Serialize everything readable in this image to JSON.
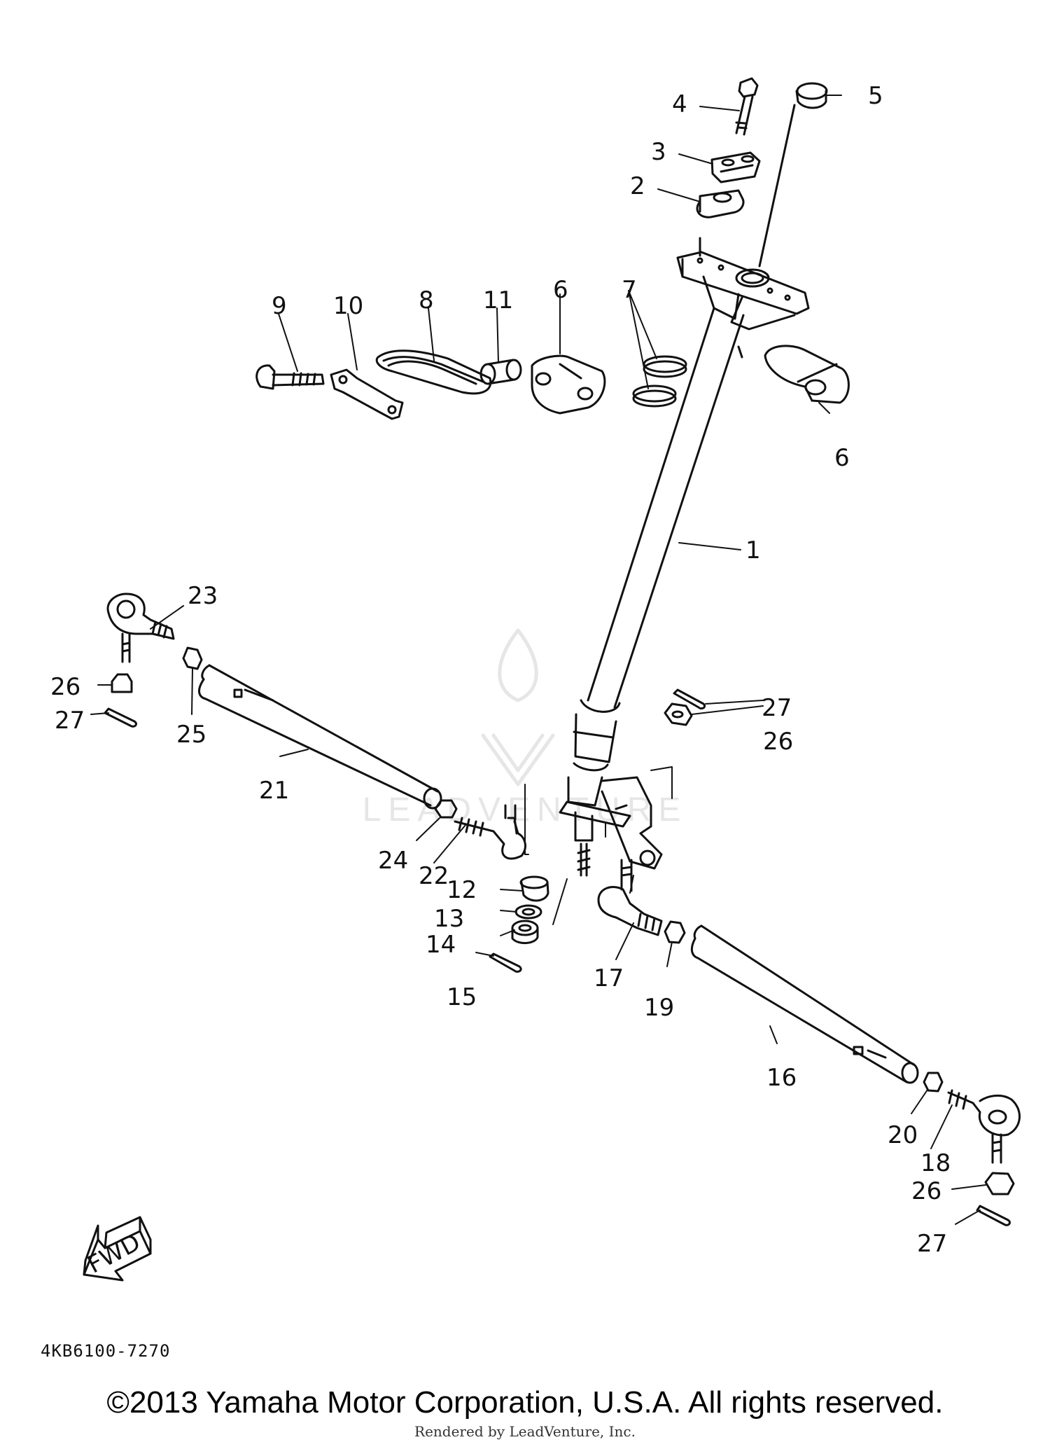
{
  "diagram": {
    "figure_code": "4KB6100-7270",
    "fwd_label": "FWD",
    "watermark_text": "LEADVENTURE",
    "callouts": {
      "p1": "1",
      "p2": "2",
      "p3": "3",
      "p4": "4",
      "p5": "5",
      "p6a": "6",
      "p6b": "6",
      "p7": "7",
      "p8": "8",
      "p9": "9",
      "p10": "10",
      "p11": "11",
      "p12": "12",
      "p13": "13",
      "p14": "14",
      "p15": "15",
      "p16": "16",
      "p17": "17",
      "p18": "18",
      "p19": "19",
      "p20": "20",
      "p21": "21",
      "p22": "22",
      "p23": "23",
      "p24": "24",
      "p25": "25",
      "p26a": "26",
      "p26b": "26",
      "p26c": "26",
      "p27a": "27",
      "p27b": "27",
      "p27c": "27"
    }
  },
  "footer": {
    "copyright": "©2013 Yamaha Motor Corporation, U.S.A. All rights reserved.",
    "rendered_by": "Rendered by LeadVenture, Inc."
  },
  "colors": {
    "line": "#111111",
    "watermark": "#e6e6e6"
  }
}
